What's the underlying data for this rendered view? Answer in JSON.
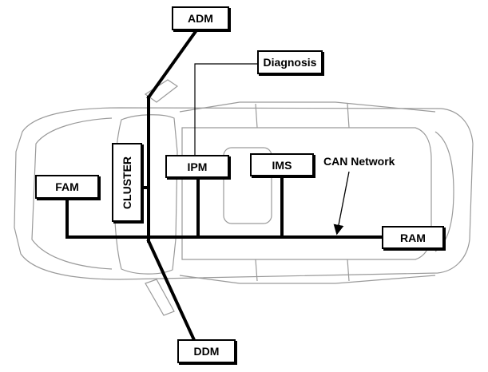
{
  "modules": {
    "adm": "ADM",
    "diagnosis": "Diagnosis",
    "cluster": "CLUSTER",
    "ipm": "IPM",
    "ims": "IMS",
    "fam": "FAM",
    "ram": "RAM",
    "ddm": "DDM"
  },
  "annotation": {
    "can_network": "CAN Network"
  },
  "colors": {
    "bus": "#000000",
    "vehicle_outline": "#9a9a9a",
    "background": "#ffffff"
  }
}
